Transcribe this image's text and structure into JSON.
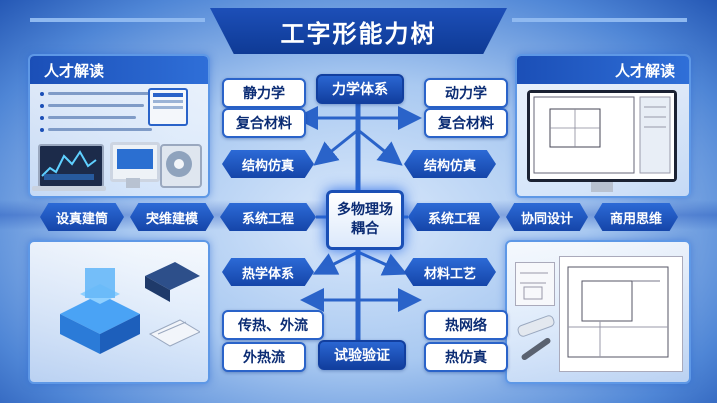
{
  "title": "工字形能力树",
  "left_panel": {
    "heading": "人才解读"
  },
  "right_panel": {
    "heading": "人才解读"
  },
  "flow": {
    "left": [
      "设真建筒",
      "宊维建模",
      "系统工程"
    ],
    "center": [
      "多物理场",
      "耦合"
    ],
    "right": [
      "系统工程",
      "协同设计",
      "商用思维"
    ]
  },
  "top_tree": {
    "root": "力学体系",
    "left": [
      "静力学",
      "复合材料",
      "结构仿真"
    ],
    "right": [
      "动力学",
      "复合材料",
      "结构仿真"
    ]
  },
  "bottom_tree": {
    "root": "试验验证",
    "left": [
      "热学体系",
      "传热、外流",
      "外热流"
    ],
    "right": [
      "材料工艺",
      "热网络",
      "热仿真"
    ]
  },
  "colors": {
    "accent": "#1a4fb5",
    "pill_border": "#2a63c9",
    "background": "#a9c9f1"
  }
}
